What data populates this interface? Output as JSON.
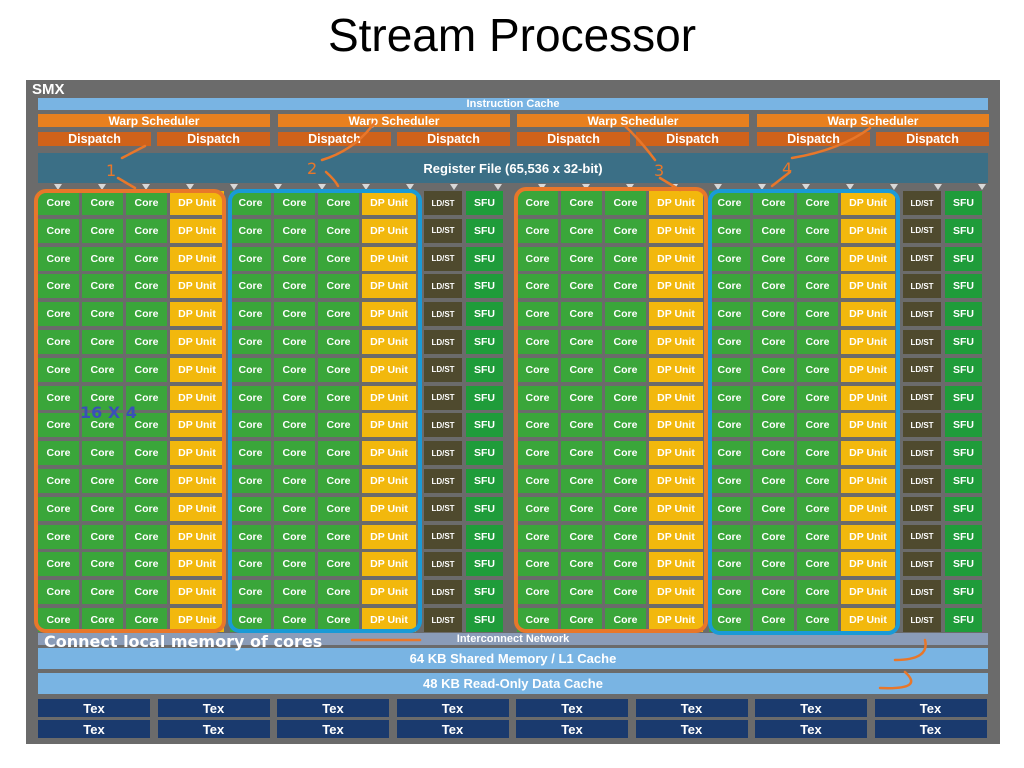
{
  "title": "Stream Processor",
  "smx": {
    "label": "SMX",
    "instruction_cache": "Instruction Cache",
    "warp_scheduler_label": "Warp Scheduler",
    "dispatch_label": "Dispatch",
    "register_file": "Register File (65,536 x 32-bit)",
    "core_label": "Core",
    "dp_unit_label": "DP Unit",
    "ldst_label": "LD/ST",
    "sfu_label": "SFU",
    "interconnect": "Interconnect Network",
    "shared_memory": "64 KB Shared Memory / L1 Cache",
    "readonly_cache": "48 KB Read-Only Data Cache",
    "tex_label": "Tex",
    "rows": 16,
    "tex_rows": 2,
    "tex_cols": 8
  },
  "annotations": {
    "numbers": [
      "1",
      "2",
      "3",
      "4"
    ],
    "grid_note": "16 X 4",
    "connect_note": "Connect local memory of cores",
    "colors": {
      "orange": "#e8772a",
      "blue": "#1a9ad6",
      "note_blue": "#3a4fb8"
    }
  }
}
